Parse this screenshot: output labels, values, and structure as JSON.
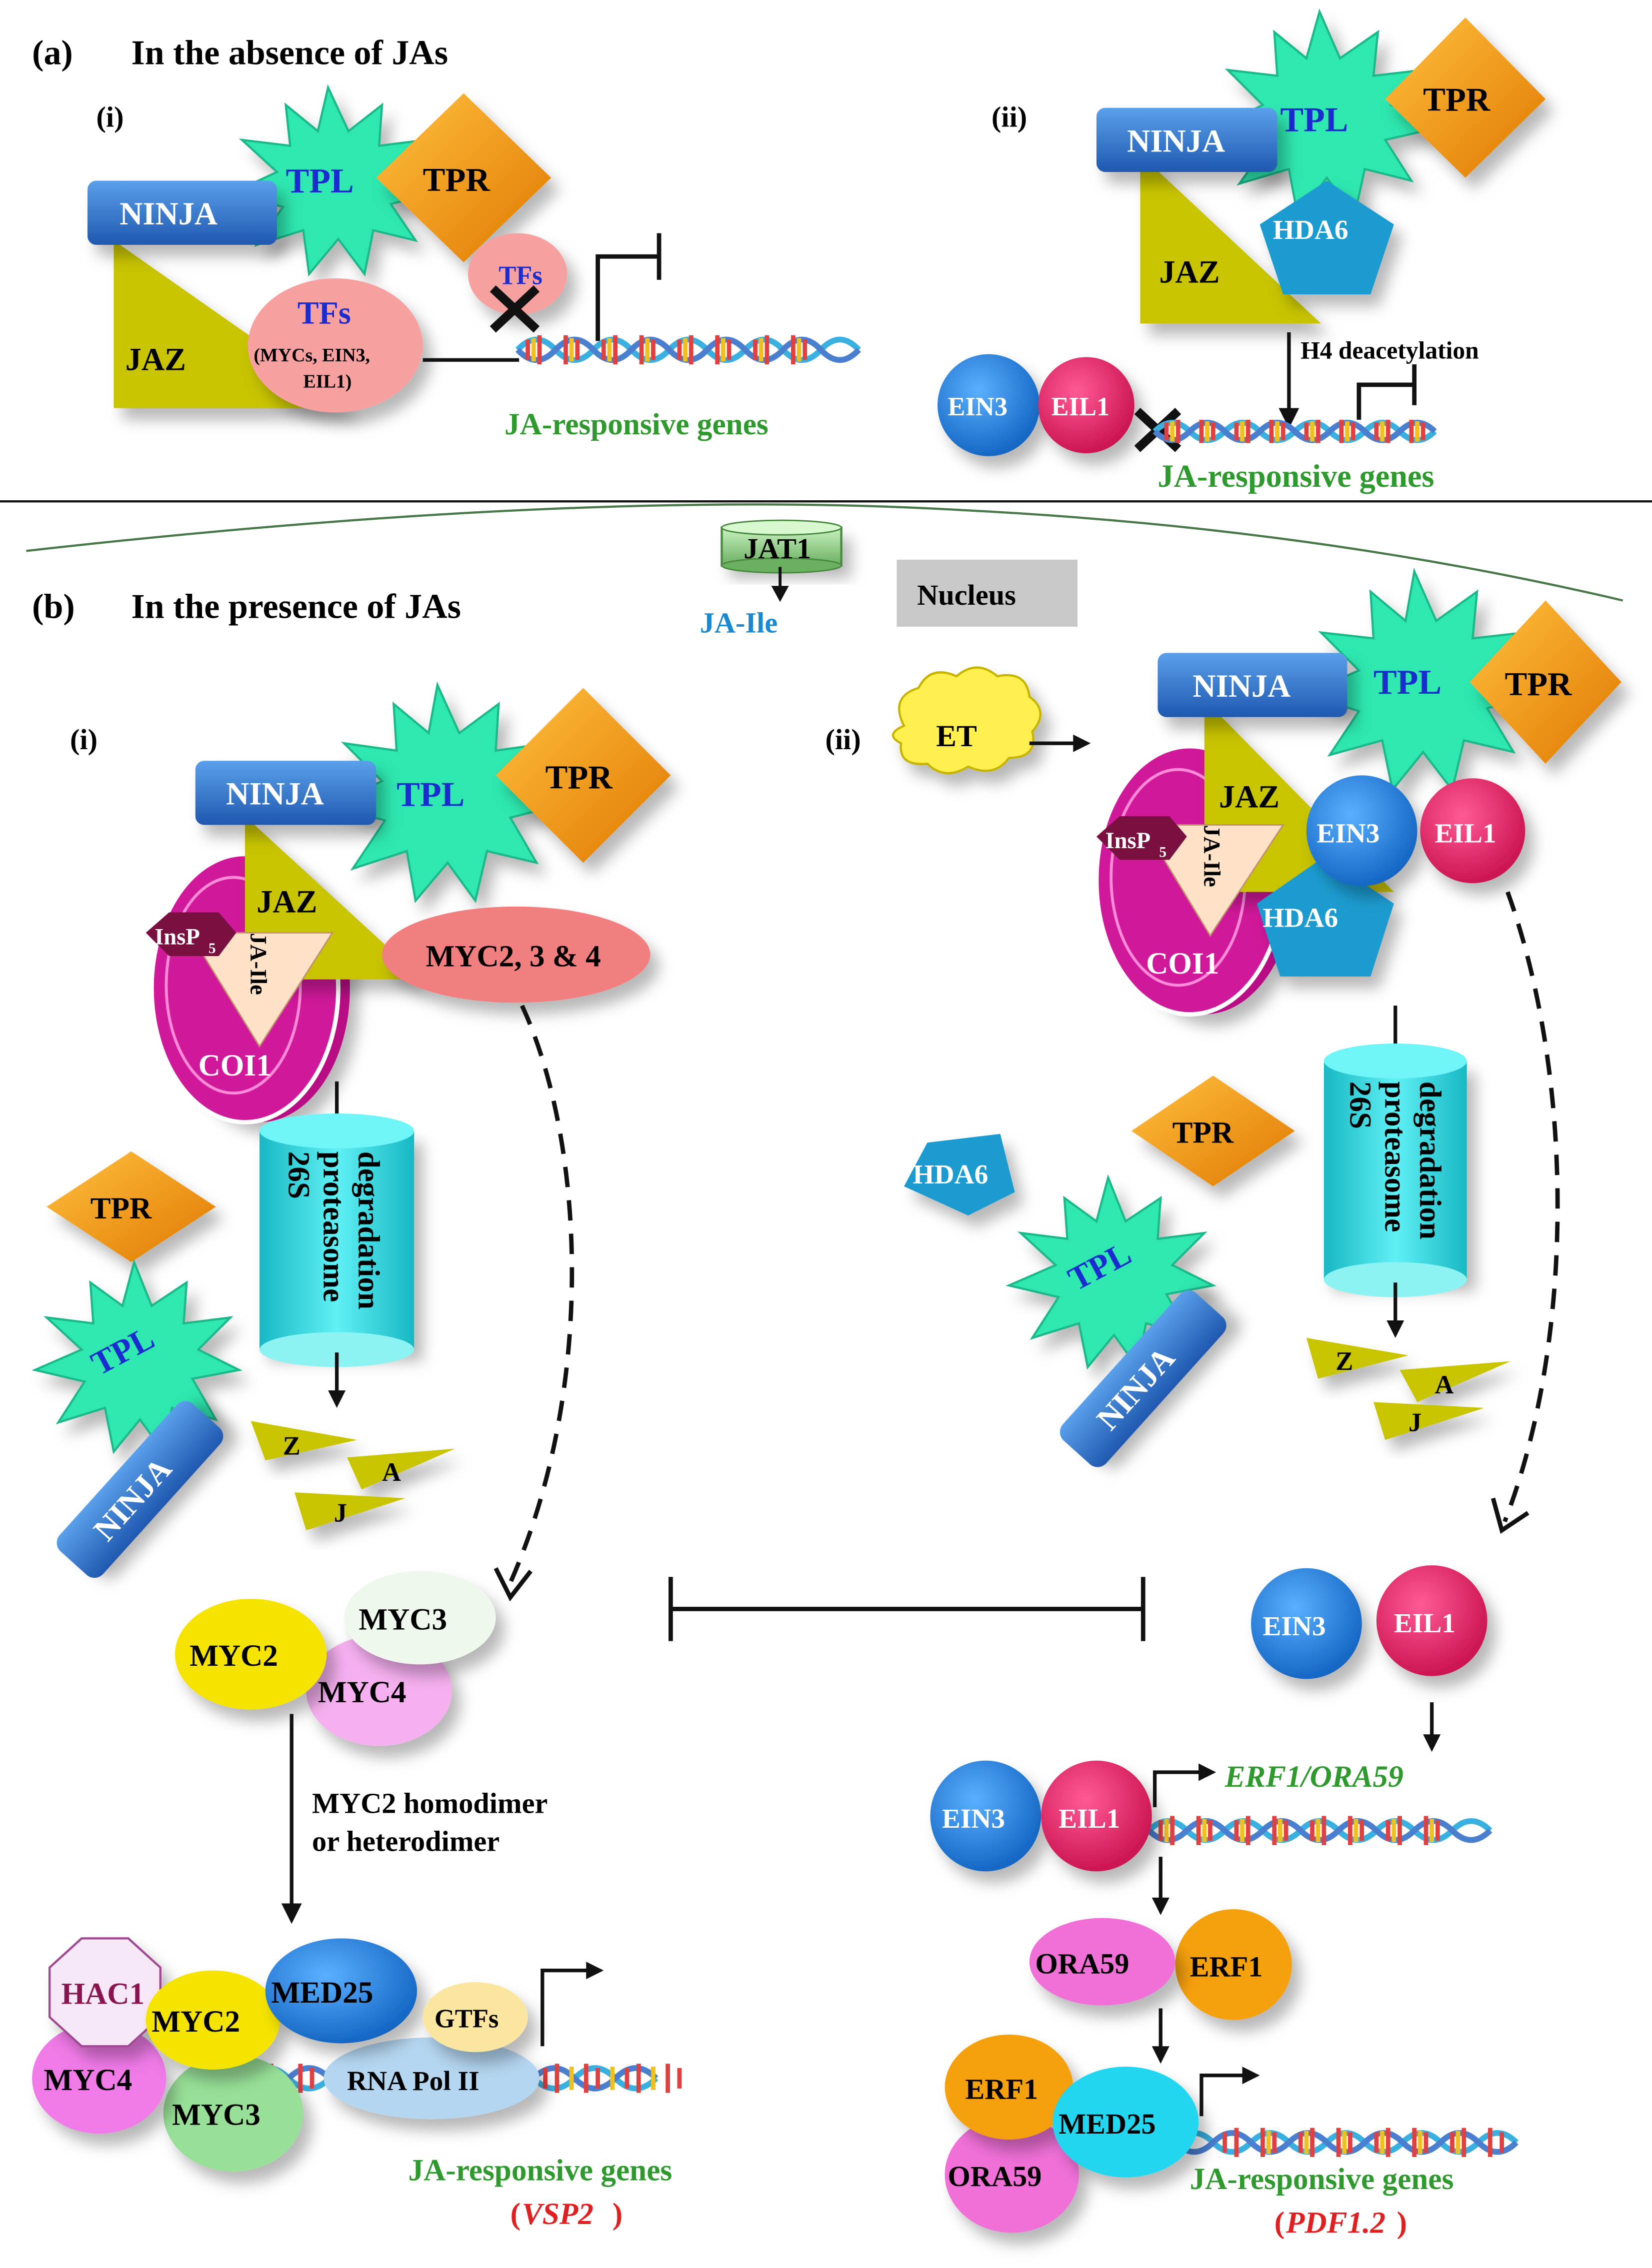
{
  "panel_a": {
    "heading_letter": "(a)",
    "heading": "In the absence of JAs",
    "sub_i": "(i)",
    "sub_ii": "(ii)",
    "i": {
      "tpl": "TPL",
      "tpr": "TPR",
      "ninja": "NINJA",
      "jaz": "JAZ",
      "tfs": "TFs",
      "tfs_detail_1": "(MYCs, EIN3,",
      "tfs_detail_2": "EIL1)",
      "tfs_small": "TFs",
      "genes": "JA-responsive  genes"
    },
    "ii": {
      "tpl": "TPL",
      "tpr": "TPR",
      "ninja": "NINJA",
      "jaz": "JAZ",
      "hda6": "HDA6",
      "h4": "H4 deacetylation",
      "ein3": "EIN3",
      "eil1": "EIL1",
      "genes": "JA-responsive  genes"
    }
  },
  "membrane": {
    "jat1": "JAT1",
    "ja_ile": "JA-Ile",
    "nucleus": "Nucleus"
  },
  "panel_b": {
    "heading_letter": "(b)",
    "heading": "In the presence of JAs",
    "sub_i": "(i)",
    "sub_ii": "(ii)",
    "i": {
      "ninja": "NINJA",
      "tpl": "TPL",
      "tpr": "TPR",
      "jaz": "JAZ",
      "insp": "InsP",
      "insp_sub": "5",
      "ja_ile": "JA-Ile",
      "coi1": "COI1",
      "myc234": "MYC2, 3 & 4",
      "proteasome_1": "26S",
      "proteasome_2": "proteasome",
      "proteasome_3": "degradation",
      "tpr_free": "TPR",
      "tpl_free": "TPL",
      "ninja_free": "NINJA",
      "frag_z": "Z",
      "frag_a": "A",
      "frag_j": "J",
      "myc2": "MYC2",
      "myc3": "MYC3",
      "myc4": "MYC4",
      "dimer_1": "MYC2 homodimer",
      "dimer_2": "or heterodimer",
      "hac1": "HAC1",
      "myc2_b": "MYC2",
      "med25": "MED25",
      "gtfs": "GTFs",
      "myc4_b": "MYC4",
      "myc3_b": "MYC3",
      "rnapol": "RNA Pol II",
      "genes": "JA-responsive  genes",
      "gene_open": "(",
      "gene_name": "VSP2",
      "gene_close": ")"
    },
    "ii": {
      "et": "ET",
      "ninja": "NINJA",
      "tpl": "TPL",
      "tpr": "TPR",
      "jaz": "JAZ",
      "insp": "InsP",
      "insp_sub": "5",
      "ja_ile": "JA-Ile",
      "coi1": "COI1",
      "ein3": "EIN3",
      "eil1": "EIL1",
      "hda6": "HDA6",
      "hda6_free": "HDA6",
      "tpr_free": "TPR",
      "tpl_free": "TPL",
      "ninja_free": "NINJA",
      "proteasome_1": "26S",
      "proteasome_2": "proteasome",
      "proteasome_3": "degradation",
      "frag_z": "Z",
      "frag_a": "A",
      "frag_j": "J",
      "ein3_b": "EIN3",
      "eil1_b": "EIL1",
      "ein3_c": "EIN3",
      "eil1_c": "EIL1",
      "erf_gene": "ERF1/ORA59",
      "ora59": "ORA59",
      "erf1": "ERF1",
      "erf1_b": "ERF1",
      "med25": "MED25",
      "ora59_b": "ORA59",
      "genes": "JA-responsive  genes",
      "gene_open": "(",
      "gene_name": "PDF1.2",
      "gene_close": ")"
    }
  },
  "colors": {
    "jaz": "#c8c400",
    "ninja": "#2f6fc4",
    "tpl": "#2ee8b0",
    "tpr": "#f59a10",
    "tfs": "#f7a0a0",
    "hda6": "#1d9bd0",
    "ein3": "#1f86e0",
    "eil1": "#e81f6a",
    "coi1": "#d0189a",
    "proteasome": "#2fd3dc",
    "genes_green": "#2e9a2e",
    "gene_red": "#e02020",
    "tpl_text": "#1a2bd0",
    "ja_ile_blue": "#1a8ad0"
  }
}
